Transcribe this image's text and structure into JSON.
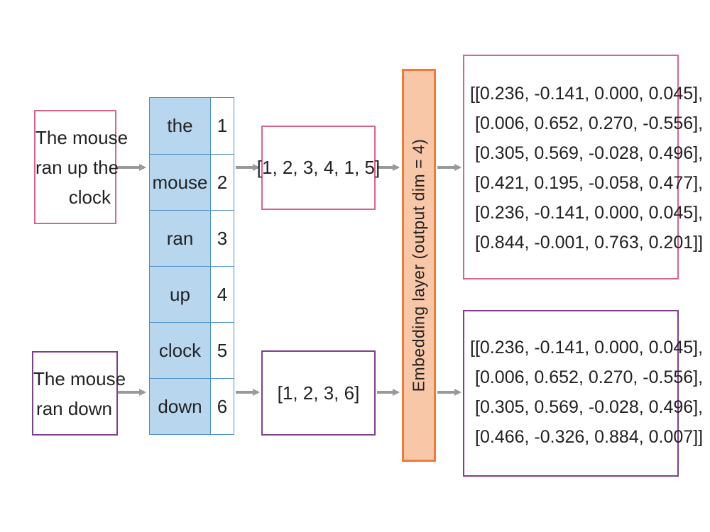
{
  "sentences": [
    {
      "lines": [
        "The mouse",
        "ran up the",
        "clock"
      ]
    },
    {
      "lines": [
        "The mouse",
        "ran down"
      ]
    }
  ],
  "vocabulary": [
    {
      "word": "the",
      "index": "1"
    },
    {
      "word": "mouse",
      "index": "2"
    },
    {
      "word": "ran",
      "index": "3"
    },
    {
      "word": "up",
      "index": "4"
    },
    {
      "word": "clock",
      "index": "5"
    },
    {
      "word": "down",
      "index": "6"
    }
  ],
  "sequences": [
    "[1, 2, 3, 4, 1, 5]",
    "[1, 2, 3, 6]"
  ],
  "embedding_layer": {
    "label": "Embedding layer (output dim = 4)"
  },
  "outputs": [
    {
      "lines": [
        "[[0.236, -0.141, 0.000, 0.045],",
        "[0.006, 0.652, 0.270, -0.556],",
        "[0.305, 0.569, -0.028, 0.496],",
        "[0.421, 0.195, -0.058, 0.477],",
        "[0.236, -0.141, 0.000, 0.045],",
        "[0.844, -0.001, 0.763, 0.201]]"
      ]
    },
    {
      "lines": [
        "[[0.236, -0.141, 0.000, 0.045],",
        "[0.006, 0.652, 0.270, -0.556],",
        "[0.305, 0.569, -0.028, 0.496],",
        "[0.466, -0.326, 0.884, 0.007]]"
      ]
    }
  ],
  "colors": {
    "pink_border": "#d9628f",
    "purple_border": "#7e3f8f",
    "vocab_fill": "#b8d7ef",
    "vocab_border": "#4a8fc7",
    "embed_fill": "#f8c7a8",
    "embed_border": "#f07a3a",
    "arrow": "#999999"
  }
}
